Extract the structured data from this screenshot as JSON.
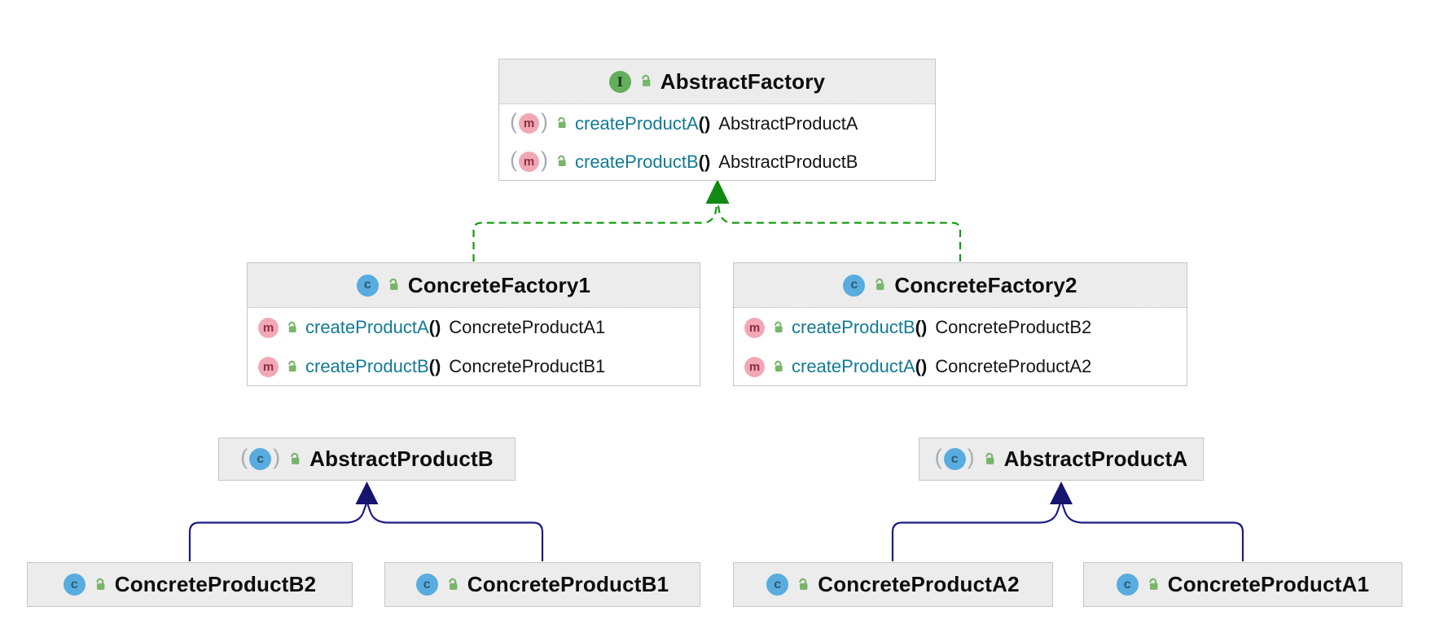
{
  "colors": {
    "realization": "#159a15",
    "realization_arrow": "#128a12",
    "generalization": "#1b1b86",
    "generalization_arrow": "#15156f",
    "header_fill": "#ececec",
    "box_border": "#c6c6c6",
    "method_name": "#137a93",
    "interface_icon": "#64ae5c",
    "class_icon": "#58acdf",
    "method_icon": "#f2a8b4",
    "lock_icon": "#77b56a"
  },
  "icons": {
    "interface_letter": "I",
    "class_letter": "c",
    "method_letter": "m",
    "abstract_paren_open": "(",
    "abstract_paren_close": ")"
  },
  "classes": {
    "af": {
      "name": "AbstractFactory",
      "stereotype": "interface",
      "methods": [
        {
          "name": "createProductA",
          "parens": "()",
          "returns": "AbstractProductA"
        },
        {
          "name": "createProductB",
          "parens": "()",
          "returns": "AbstractProductB"
        }
      ]
    },
    "cf1": {
      "name": "ConcreteFactory1",
      "stereotype": "class",
      "methods": [
        {
          "name": "createProductA",
          "parens": "()",
          "returns": "ConcreteProductA1"
        },
        {
          "name": "createProductB",
          "parens": "()",
          "returns": "ConcreteProductB1"
        }
      ]
    },
    "cf2": {
      "name": "ConcreteFactory2",
      "stereotype": "class",
      "methods": [
        {
          "name": "createProductB",
          "parens": "()",
          "returns": "ConcreteProductB2"
        },
        {
          "name": "createProductA",
          "parens": "()",
          "returns": "ConcreteProductA2"
        }
      ]
    },
    "apb": {
      "name": "AbstractProductB",
      "stereotype": "abstract-class"
    },
    "apa": {
      "name": "AbstractProductA",
      "stereotype": "abstract-class"
    },
    "cpb2": {
      "name": "ConcreteProductB2",
      "stereotype": "class"
    },
    "cpb1": {
      "name": "ConcreteProductB1",
      "stereotype": "class"
    },
    "cpa2": {
      "name": "ConcreteProductA2",
      "stereotype": "class"
    },
    "cpa1": {
      "name": "ConcreteProductA1",
      "stereotype": "class"
    }
  },
  "edges": [
    {
      "from": "ConcreteFactory1",
      "to": "AbstractFactory",
      "type": "realization"
    },
    {
      "from": "ConcreteFactory2",
      "to": "AbstractFactory",
      "type": "realization"
    },
    {
      "from": "ConcreteProductB2",
      "to": "AbstractProductB",
      "type": "generalization"
    },
    {
      "from": "ConcreteProductB1",
      "to": "AbstractProductB",
      "type": "generalization"
    },
    {
      "from": "ConcreteProductA2",
      "to": "AbstractProductA",
      "type": "generalization"
    },
    {
      "from": "ConcreteProductA1",
      "to": "AbstractProductA",
      "type": "generalization"
    }
  ]
}
